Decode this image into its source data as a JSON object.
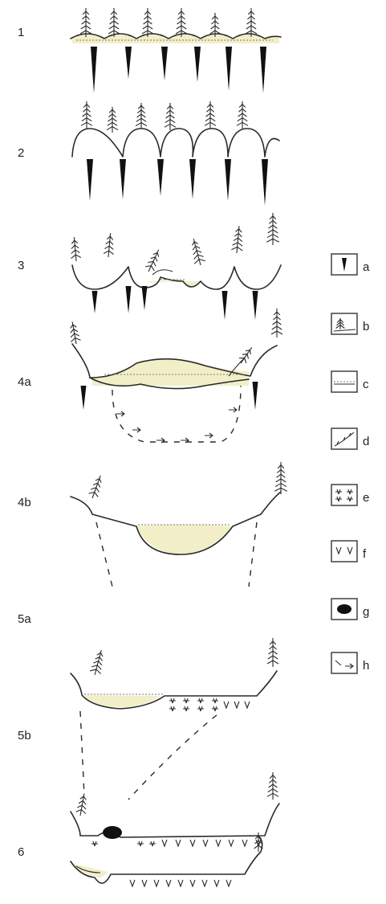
{
  "stage_labels": [
    "1",
    "2",
    "3",
    "4a",
    "4b",
    "5a",
    "5b",
    "6"
  ],
  "legend": [
    {
      "key": "a",
      "icon": "wedge-icon"
    },
    {
      "key": "b",
      "icon": "tree-peat-icon"
    },
    {
      "key": "c",
      "icon": "water-surface-icon"
    },
    {
      "key": "d",
      "icon": "slope-vegetation-icon"
    },
    {
      "key": "e",
      "icon": "sedge-icon"
    },
    {
      "key": "f",
      "icon": "v-symbol-icon"
    },
    {
      "key": "g",
      "icon": "black-blob-icon"
    },
    {
      "key": "h",
      "icon": "dashed-arrows-icon"
    }
  ]
}
